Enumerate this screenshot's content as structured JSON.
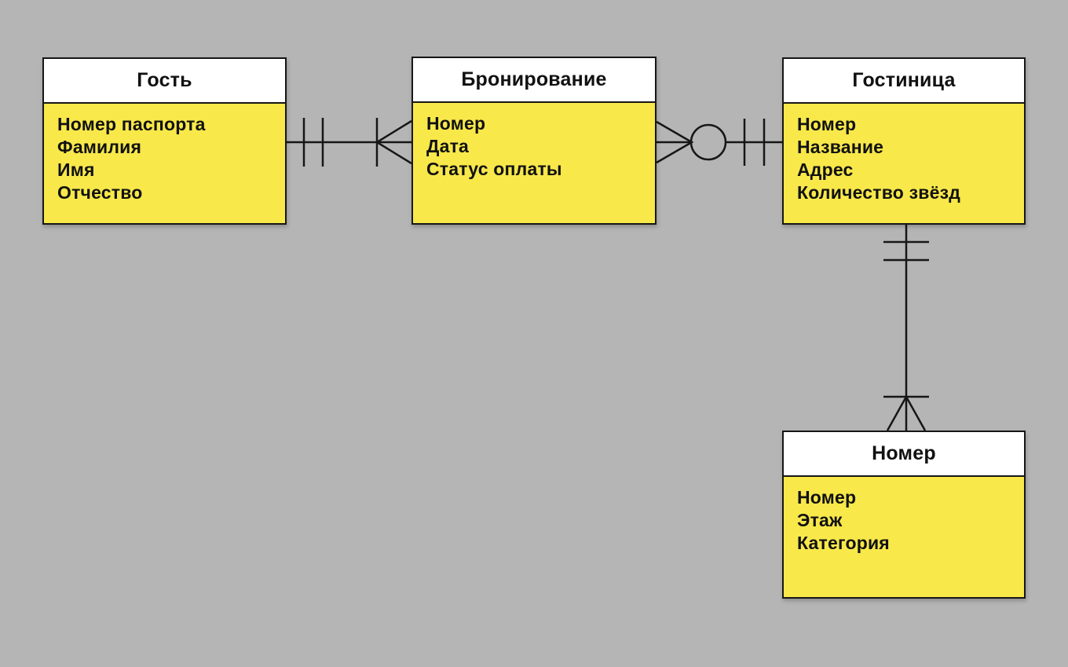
{
  "diagram": {
    "kind": "er-diagram",
    "notation": "crows-foot",
    "language": "ru",
    "colors": {
      "background": "#b5b5b5",
      "entity_header_bg": "#ffffff",
      "entity_body_bg": "#f8e84a",
      "border": "#161616",
      "line": "#161616",
      "text": "#111111"
    },
    "entities": [
      {
        "id": "guest",
        "title": "Гость",
        "attributes": [
          "Номер паспорта",
          "Фамилия",
          "Имя",
          "Отчество"
        ]
      },
      {
        "id": "booking",
        "title": "Бронирование",
        "attributes": [
          "Номер",
          "Дата",
          "Статус оплаты"
        ]
      },
      {
        "id": "hotel",
        "title": "Гостиница",
        "attributes": [
          "Номер",
          "Название",
          "Адрес",
          "Количество звёзд"
        ]
      },
      {
        "id": "room",
        "title": "Номер",
        "attributes": [
          "Номер",
          "Этаж",
          "Категория"
        ]
      }
    ],
    "relationships": [
      {
        "id": "guest-booking",
        "from": "Гость",
        "to": "Бронирование",
        "orientation": "horizontal",
        "from_cardinality": "one-and-only-one (||)",
        "to_cardinality": "one-or-many (|<)"
      },
      {
        "id": "booking-hotel",
        "from": "Бронирование",
        "to": "Гостиница",
        "orientation": "horizontal",
        "from_cardinality": "many (>)",
        "to_cardinality": "zero-or-one (O||)"
      },
      {
        "id": "hotel-room",
        "from": "Гостиница",
        "to": "Номер",
        "orientation": "vertical",
        "from_cardinality": "one-and-only-one (||)",
        "to_cardinality": "one-or-many (|<)"
      }
    ]
  }
}
